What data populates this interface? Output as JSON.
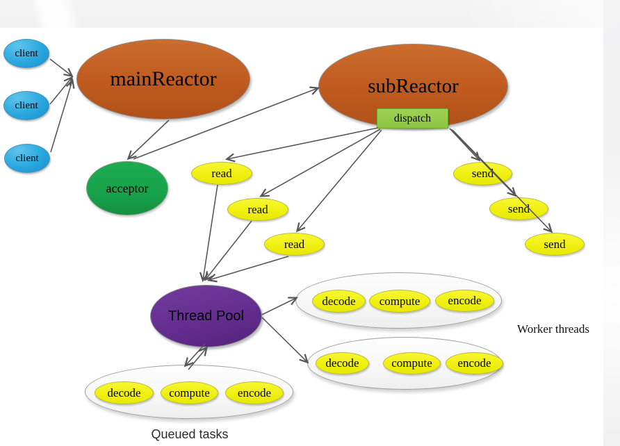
{
  "colors": {
    "client_blue": "#29a7de",
    "reactor_orange": "#bf5a1e",
    "acceptor_green": "#17a24a",
    "dispatch_green": "#8cc63f",
    "task_yellow": "#efef0e",
    "pool_purple": "#632e8f",
    "group_fill": "#f7f7f7",
    "arrow_gray": "#575757"
  },
  "nodes": {
    "clients": [
      {
        "label": "client"
      },
      {
        "label": "client"
      },
      {
        "label": "client"
      }
    ],
    "main_reactor": {
      "label": "mainReactor"
    },
    "sub_reactor": {
      "label": "subReactor"
    },
    "dispatch": {
      "label": "dispatch"
    },
    "acceptor": {
      "label": "acceptor"
    },
    "reads": [
      {
        "label": "read"
      },
      {
        "label": "read"
      },
      {
        "label": "read"
      }
    ],
    "sends": [
      {
        "label": "send"
      },
      {
        "label": "send"
      },
      {
        "label": "send"
      }
    ],
    "thread_pool": {
      "label": "Thread Pool"
    },
    "worker_groups": [
      {
        "tasks": [
          "decode",
          "compute",
          "encode"
        ]
      },
      {
        "tasks": [
          "decode",
          "compute",
          "encode"
        ]
      }
    ],
    "queued_group": {
      "tasks": [
        "decode",
        "compute",
        "encode"
      ]
    }
  },
  "labels": {
    "worker_threads": "Worker threads",
    "queued_tasks": "Queued tasks"
  },
  "edges": [
    {
      "from": "client-1",
      "to": "main-reactor"
    },
    {
      "from": "client-2",
      "to": "main-reactor"
    },
    {
      "from": "client-3",
      "to": "main-reactor"
    },
    {
      "from": "main-reactor",
      "to": "acceptor"
    },
    {
      "from": "acceptor",
      "to": "sub-reactor"
    },
    {
      "from": "dispatch",
      "to": "read-1"
    },
    {
      "from": "dispatch",
      "to": "read-2"
    },
    {
      "from": "dispatch",
      "to": "read-3"
    },
    {
      "from": "dispatch",
      "to": "send-1"
    },
    {
      "from": "dispatch",
      "to": "send-2"
    },
    {
      "from": "dispatch",
      "to": "send-3"
    },
    {
      "from": "read-1",
      "to": "thread-pool"
    },
    {
      "from": "read-2",
      "to": "thread-pool"
    },
    {
      "from": "read-3",
      "to": "thread-pool"
    },
    {
      "from": "thread-pool",
      "to": "worker-group-1"
    },
    {
      "from": "thread-pool",
      "to": "worker-group-2"
    },
    {
      "from": "thread-pool",
      "to": "queued-group"
    },
    {
      "from": "queued-group",
      "to": "thread-pool"
    }
  ]
}
